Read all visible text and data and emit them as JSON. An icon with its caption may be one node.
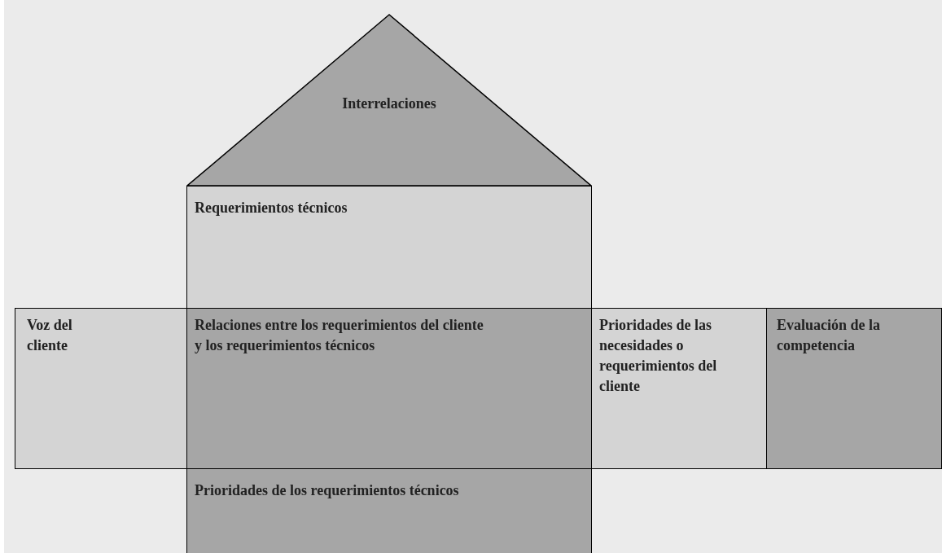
{
  "diagram": {
    "nodes": [
      {
        "text": [
          "Interrelaciones"
        ]
      },
      {
        "text": [
          "Requerimientos técnicos"
        ]
      },
      {
        "text": [
          "Voz del cliente"
        ]
      },
      {
        "text": [
          "Relaciones entre los requerimientos del cliente y los requerimientos técnicos"
        ]
      },
      {
        "text": [
          "Prioridades de las necesidades o requerimientos del cliente"
        ]
      },
      {
        "text": [
          "Evaluación de la competencia"
        ]
      },
      {
        "text": [
          "Prioridades de los requerimientos técnicos"
        ]
      }
    ]
  }
}
